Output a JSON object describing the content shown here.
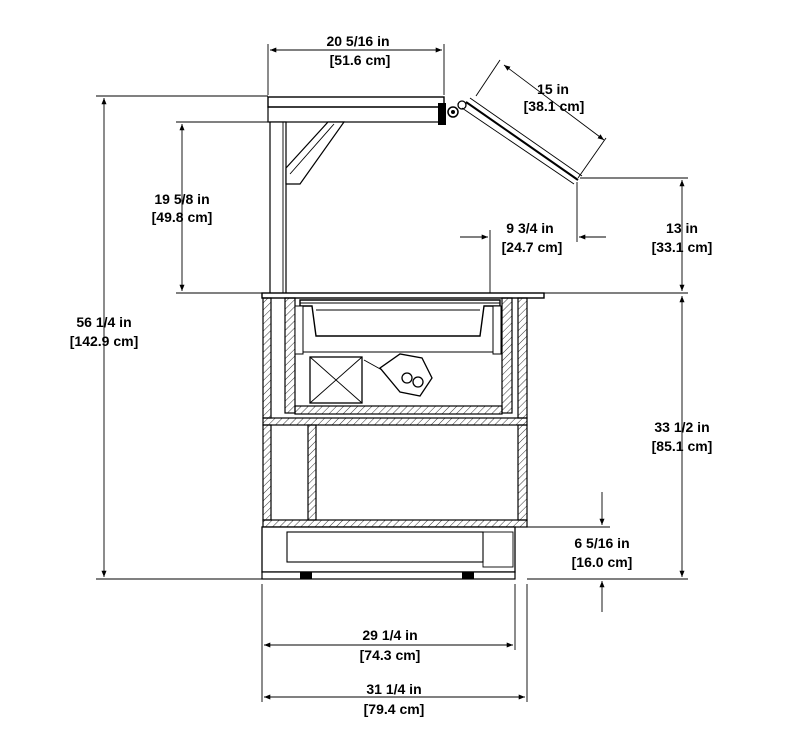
{
  "dimensions": {
    "top_width": {
      "imperial": "20 5/16 in",
      "metric": "[51.6 cm]"
    },
    "sneeze_guard_length": {
      "imperial": "15 in",
      "metric": "[38.1 cm]"
    },
    "shelf_clearance": {
      "imperial": "19 5/8 in",
      "metric": "[49.8 cm]"
    },
    "overhang": {
      "imperial": "9 3/4 in",
      "metric": "[24.7 cm]"
    },
    "guard_height": {
      "imperial": "13 in",
      "metric": "[33.1 cm]"
    },
    "overall_height": {
      "imperial": "56 1/4 in",
      "metric": "[142.9 cm]"
    },
    "counter_height": {
      "imperial": "33 1/2 in",
      "metric": "[85.1 cm]"
    },
    "base_height": {
      "imperial": "6 5/16 in",
      "metric": "[16.0 cm]"
    },
    "base_width": {
      "imperial": "29 1/4 in",
      "metric": "[74.3 cm]"
    },
    "overall_width": {
      "imperial": "31 1/4 in",
      "metric": "[79.4 cm]"
    }
  }
}
